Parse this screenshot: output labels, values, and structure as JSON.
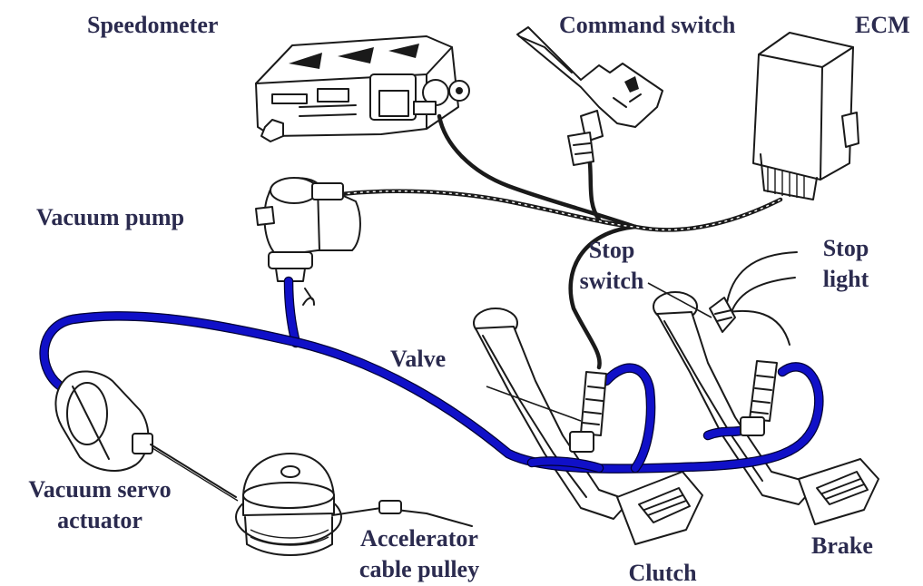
{
  "labels": {
    "speedometer": "Speedometer",
    "command_switch": "Command switch",
    "ecm": "ECM",
    "vacuum_pump": "Vacuum pump",
    "stop_switch_line1": "Stop",
    "stop_switch_line2": "switch",
    "stop_light_line1": "Stop",
    "stop_light_line2": "light",
    "valve": "Valve",
    "vacuum_servo_line1": "Vacuum servo",
    "vacuum_servo_line2": "actuator",
    "accel_pulley_line1": "Accelerator",
    "accel_pulley_line2": "cable pulley",
    "clutch": "Clutch",
    "brake": "Brake"
  },
  "colors": {
    "label_text": "#2b2b4f",
    "vacuum_hose": "#1010c8",
    "line_art": "#1a1a1a"
  }
}
